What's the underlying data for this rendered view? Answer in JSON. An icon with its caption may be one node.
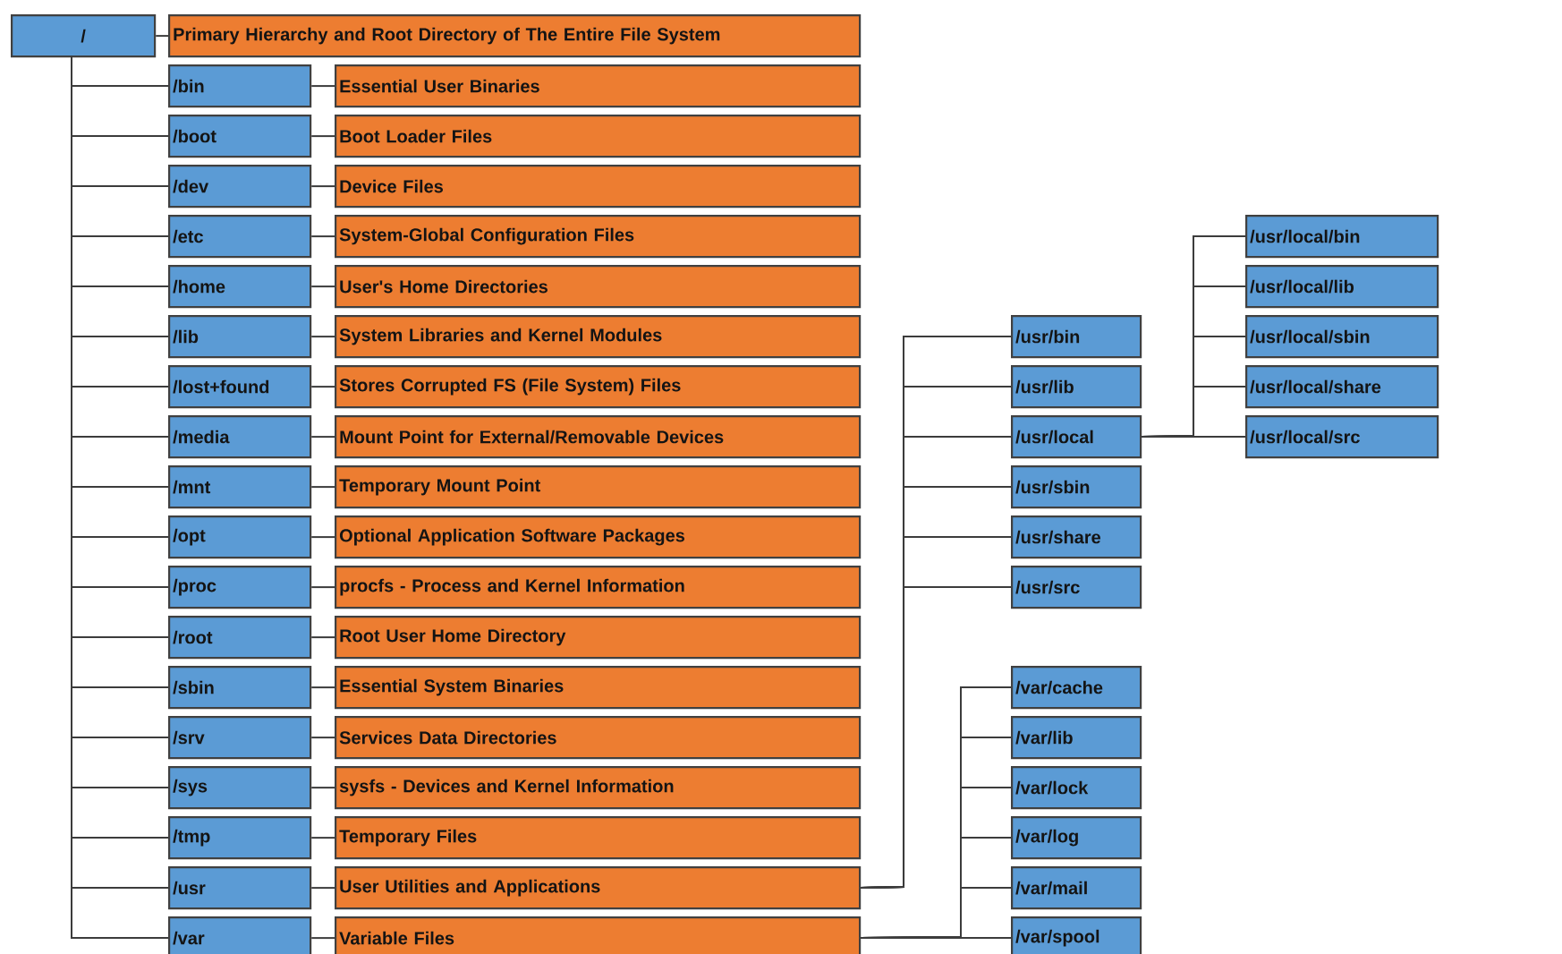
{
  "diagram": {
    "nodes": [
      {
        "text": [
          "/"
        ]
      },
      {
        "text": [
          "Primary Hierarchy and Root Directory of The Entire File System"
        ]
      },
      {
        "text": [
          "/bin"
        ]
      },
      {
        "text": [
          "Essential User Binaries"
        ]
      },
      {
        "text": [
          "/boot"
        ]
      },
      {
        "text": [
          "Boot Loader Files"
        ]
      },
      {
        "text": [
          "/dev"
        ]
      },
      {
        "text": [
          "Device Files"
        ]
      },
      {
        "text": [
          "/etc"
        ]
      },
      {
        "text": [
          "System-Global Configuration Files"
        ]
      },
      {
        "text": [
          "/home"
        ]
      },
      {
        "text": [
          "User's Home Directories"
        ]
      },
      {
        "text": [
          "/lib"
        ]
      },
      {
        "text": [
          "System Libraries and Kernel Modules"
        ]
      },
      {
        "text": [
          "/lost+found"
        ]
      },
      {
        "text": [
          "Stores Corrupted FS (File System) Files"
        ]
      },
      {
        "text": [
          "/media"
        ]
      },
      {
        "text": [
          "Mount Point for External/Removable Devices"
        ]
      },
      {
        "text": [
          "/mnt"
        ]
      },
      {
        "text": [
          "Temporary Mount Point"
        ]
      },
      {
        "text": [
          "/opt"
        ]
      },
      {
        "text": [
          "Optional Application Software Packages"
        ]
      },
      {
        "text": [
          "/proc"
        ]
      },
      {
        "text": [
          "procfs - Process and Kernel Information"
        ]
      },
      {
        "text": [
          "/root"
        ]
      },
      {
        "text": [
          "Root User Home Directory"
        ]
      },
      {
        "text": [
          "/sbin"
        ]
      },
      {
        "text": [
          "Essential System Binaries"
        ]
      },
      {
        "text": [
          "/srv"
        ]
      },
      {
        "text": [
          "Services Data Directories"
        ]
      },
      {
        "text": [
          "/sys"
        ]
      },
      {
        "text": [
          "sysfs - Devices and Kernel Information"
        ]
      },
      {
        "text": [
          "/tmp"
        ]
      },
      {
        "text": [
          "Temporary Files"
        ]
      },
      {
        "text": [
          "/usr"
        ]
      },
      {
        "text": [
          "User Utilities and Applications"
        ]
      },
      {
        "text": [
          "/var"
        ]
      },
      {
        "text": [
          "Variable Files"
        ]
      },
      {
        "text": [
          "/usr/bin"
        ]
      },
      {
        "text": [
          "/usr/lib"
        ]
      },
      {
        "text": [
          "/usr/local"
        ]
      },
      {
        "text": [
          "/usr/sbin"
        ]
      },
      {
        "text": [
          "/usr/share"
        ]
      },
      {
        "text": [
          "/usr/src"
        ]
      },
      {
        "text": [
          "/usr/local/bin"
        ]
      },
      {
        "text": [
          "/usr/local/lib"
        ]
      },
      {
        "text": [
          "/usr/local/sbin"
        ]
      },
      {
        "text": [
          "/usr/local/share"
        ]
      },
      {
        "text": [
          "/usr/local/src"
        ]
      },
      {
        "text": [
          "/var/cache"
        ]
      },
      {
        "text": [
          "/var/lib"
        ]
      },
      {
        "text": [
          "/var/lock"
        ]
      },
      {
        "text": [
          "/var/log"
        ]
      },
      {
        "text": [
          "/var/mail"
        ]
      },
      {
        "text": [
          "/var/spool"
        ]
      }
    ],
    "edges": [
      {
        "from": 0,
        "to": 1,
        "arrow": "none"
      },
      {
        "from": 0,
        "to": 2,
        "arrow": "none"
      },
      {
        "from": 2,
        "to": 3,
        "arrow": "none"
      },
      {
        "from": 0,
        "to": 4,
        "arrow": "none"
      },
      {
        "from": 4,
        "to": 5,
        "arrow": "none"
      },
      {
        "from": 0,
        "to": 6,
        "arrow": "none"
      },
      {
        "from": 6,
        "to": 7,
        "arrow": "none"
      },
      {
        "from": 0,
        "to": 8,
        "arrow": "none"
      },
      {
        "from": 8,
        "to": 9,
        "arrow": "none"
      },
      {
        "from": 0,
        "to": 10,
        "arrow": "none"
      },
      {
        "from": 10,
        "to": 11,
        "arrow": "none"
      },
      {
        "from": 0,
        "to": 12,
        "arrow": "none"
      },
      {
        "from": 12,
        "to": 13,
        "arrow": "none"
      },
      {
        "from": 0,
        "to": 14,
        "arrow": "none"
      },
      {
        "from": 14,
        "to": 15,
        "arrow": "none"
      },
      {
        "from": 0,
        "to": 16,
        "arrow": "none"
      },
      {
        "from": 16,
        "to": 17,
        "arrow": "none"
      },
      {
        "from": 0,
        "to": 18,
        "arrow": "none"
      },
      {
        "from": 18,
        "to": 19,
        "arrow": "none"
      },
      {
        "from": 0,
        "to": 20,
        "arrow": "none"
      },
      {
        "from": 20,
        "to": 21,
        "arrow": "none"
      },
      {
        "from": 0,
        "to": 22,
        "arrow": "none"
      },
      {
        "from": 22,
        "to": 23,
        "arrow": "none"
      },
      {
        "from": 0,
        "to": 24,
        "arrow": "none"
      },
      {
        "from": 24,
        "to": 25,
        "arrow": "none"
      },
      {
        "from": 0,
        "to": 26,
        "arrow": "none"
      },
      {
        "from": 26,
        "to": 27,
        "arrow": "none"
      },
      {
        "from": 0,
        "to": 28,
        "arrow": "none"
      },
      {
        "from": 28,
        "to": 29,
        "arrow": "none"
      },
      {
        "from": 0,
        "to": 30,
        "arrow": "none"
      },
      {
        "from": 30,
        "to": 31,
        "arrow": "none"
      },
      {
        "from": 0,
        "to": 32,
        "arrow": "none"
      },
      {
        "from": 32,
        "to": 33,
        "arrow": "none"
      },
      {
        "from": 0,
        "to": 34,
        "arrow": "none"
      },
      {
        "from": 34,
        "to": 35,
        "arrow": "none"
      },
      {
        "from": 0,
        "to": 36,
        "arrow": "none"
      },
      {
        "from": 36,
        "to": 37,
        "arrow": "none"
      },
      {
        "from": 35,
        "to": 38,
        "arrow": "none"
      },
      {
        "from": 35,
        "to": 39,
        "arrow": "none"
      },
      {
        "from": 35,
        "to": 40,
        "arrow": "none"
      },
      {
        "from": 35,
        "to": 41,
        "arrow": "none"
      },
      {
        "from": 35,
        "to": 42,
        "arrow": "none"
      },
      {
        "from": 35,
        "to": 43,
        "arrow": "none"
      },
      {
        "from": 40,
        "to": 44,
        "arrow": "none"
      },
      {
        "from": 40,
        "to": 45,
        "arrow": "none"
      },
      {
        "from": 40,
        "to": 46,
        "arrow": "none"
      },
      {
        "from": 40,
        "to": 47,
        "arrow": "none"
      },
      {
        "from": 40,
        "to": 48,
        "arrow": "none"
      },
      {
        "from": 37,
        "to": 49,
        "arrow": "none"
      },
      {
        "from": 37,
        "to": 50,
        "arrow": "none"
      },
      {
        "from": 37,
        "to": 51,
        "arrow": "none"
      },
      {
        "from": 37,
        "to": 52,
        "arrow": "none"
      },
      {
        "from": 37,
        "to": 53,
        "arrow": "none"
      },
      {
        "from": 37,
        "to": 54,
        "arrow": "none"
      }
    ]
  }
}
